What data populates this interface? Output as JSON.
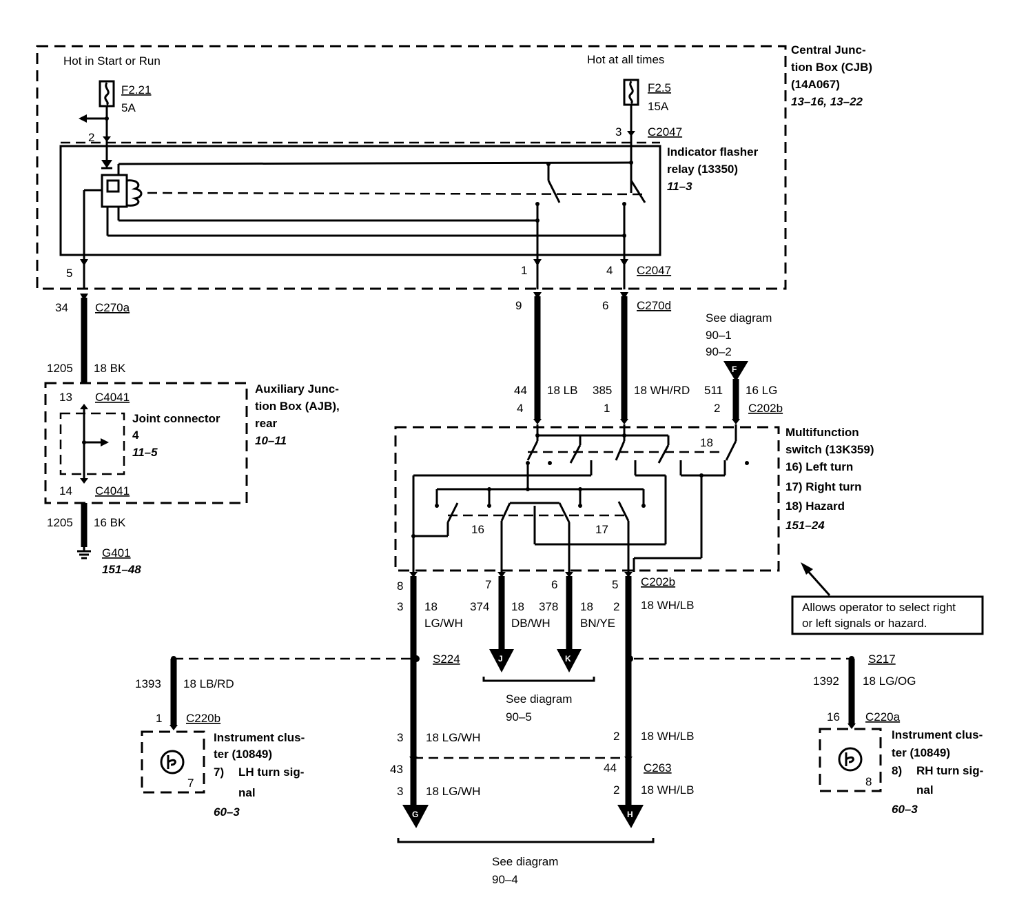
{
  "cjb": {
    "hot_start_run": "Hot in Start or Run",
    "hot_all_times": "Hot at all times",
    "fuse_a": {
      "id": "F2.21",
      "rating": "5A"
    },
    "fuse_b": {
      "id": "F2.5",
      "rating": "15A"
    },
    "label": [
      "Central Junc-",
      "tion Box (CJB)",
      "(14A067)"
    ],
    "ref": "13–16, 13–22",
    "pin_2": "2",
    "pin_3": "3",
    "pin_5": "5",
    "pin_1": "1",
    "pin_4": "4",
    "conn_top": "C2047",
    "conn_bottom": "C2047"
  },
  "relay": {
    "label": [
      "Indicator flasher",
      "relay (13350)"
    ],
    "ref": "11–3"
  },
  "left_branch": {
    "pin_34": "34",
    "conn_c270a": "C270a",
    "circuit_1205a": "1205",
    "wire_18bk": "18 BK",
    "pin_13": "13",
    "conn_c4041a": "C4041",
    "joint_label": "Joint connector",
    "joint_num": "4",
    "joint_ref": "11–5",
    "pin_14": "14",
    "conn_c4041b": "C4041",
    "circuit_1205b": "1205",
    "wire_16bk": "16 BK",
    "ground": "G401",
    "ground_ref": "151–48"
  },
  "ajb": {
    "label": [
      "Auxiliary Junc-",
      "tion Box (AJB),",
      "rear"
    ],
    "ref": "10–11"
  },
  "center": {
    "pin_9": "9",
    "pin_6": "6",
    "conn_c270d": "C270d",
    "see_diagram_f": [
      "See diagram",
      "90–1",
      "90–2"
    ],
    "connector_f": "F",
    "circuit_44": "44",
    "wire_18lb": "18 LB",
    "circuit_385": "385",
    "wire_18whrd": "18 WH/RD",
    "circuit_511": "511",
    "wire_16lg": "16 LG",
    "pin_4": "4",
    "pin_1": "1",
    "pin_2": "2",
    "conn_c202b_top": "C202b"
  },
  "mfs": {
    "label": [
      "Multifunction",
      "switch (13K359)",
      "16) Left turn",
      "17) Right turn",
      "18) Hazard"
    ],
    "ref": "151–24",
    "sw_16": "16",
    "sw_17": "17",
    "sw_18": "18"
  },
  "bottom": {
    "pin_8": "8",
    "pin_7": "7",
    "pin_6": "6",
    "pin_5": "5",
    "conn_c202b_bot": "C202b",
    "pin_3a": "3",
    "w_18a": "18",
    "w_lgwh": "LG/WH",
    "circuit_374": "374",
    "w_18b": "18",
    "w_dbwh": "DB/WH",
    "circuit_378": "378",
    "w_18c": "18",
    "w_bnye": "BN/YE",
    "pin_2a": "2",
    "w_18whlb_top": "18 WH/LB",
    "note": [
      "Allows operator to select right",
      "or left signals or hazard."
    ],
    "connector_j": "J",
    "connector_k": "K",
    "see_diagram_jk": [
      "See diagram",
      "90–5"
    ],
    "splice_s224": "S224",
    "splice_s217": "S217",
    "pin_3b": "3",
    "w_18lgwh_b": "18 LG/WH",
    "pin_2b": "2",
    "w_18whlb_b": "18 WH/LB",
    "pin_43": "43",
    "pin_44": "44",
    "conn_c263": "C263",
    "pin_3c": "3",
    "w_18lgwh_c": "18 LG/WH",
    "pin_2c": "2",
    "w_18whlb_c": "18 WH/LB",
    "connector_g": "G",
    "connector_h": "H",
    "see_diagram_gh": [
      "See diagram",
      "90–4"
    ]
  },
  "lh_cluster": {
    "circuit_1393": "1393",
    "wire_18lbrd": "18 LB/RD",
    "pin_1": "1",
    "conn_c220b": "C220b",
    "label": [
      "Instrument clus-",
      "ter (10849)"
    ],
    "item": "7)",
    "item_label": [
      "LH turn sig-",
      "nal"
    ],
    "pin_7": "7",
    "ref": "60–3"
  },
  "rh_cluster": {
    "circuit_1392": "1392",
    "wire_18lgog": "18 LG/OG",
    "pin_16": "16",
    "conn_c220a": "C220a",
    "label": [
      "Instrument clus-",
      "ter (10849)"
    ],
    "item": "8)",
    "item_label": [
      "RH turn sig-",
      "nal"
    ],
    "pin_8": "8",
    "ref": "60–3"
  }
}
